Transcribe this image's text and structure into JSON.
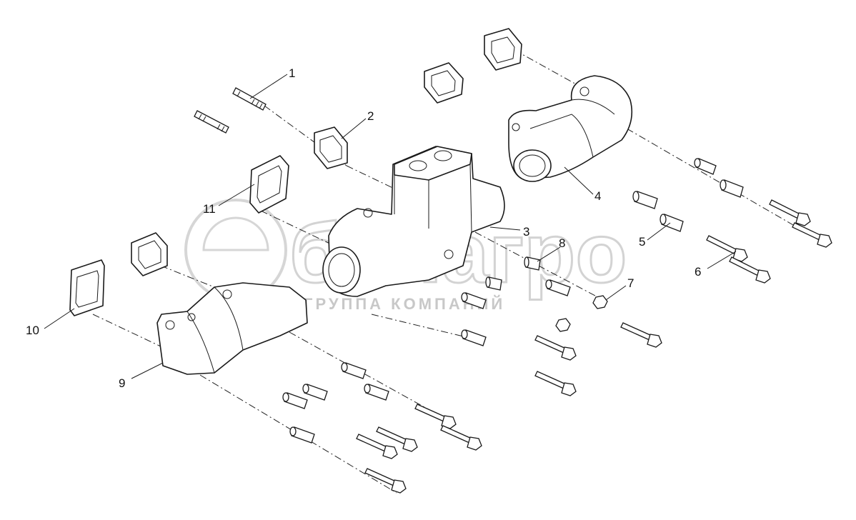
{
  "diagram": {
    "callouts": [
      "1",
      "2",
      "3",
      "4",
      "5",
      "6",
      "7",
      "8",
      "9",
      "10",
      "11"
    ]
  },
  "watermark": {
    "brand": "белагро",
    "tagline": "ГРУППА КОМПАНИЙ"
  }
}
